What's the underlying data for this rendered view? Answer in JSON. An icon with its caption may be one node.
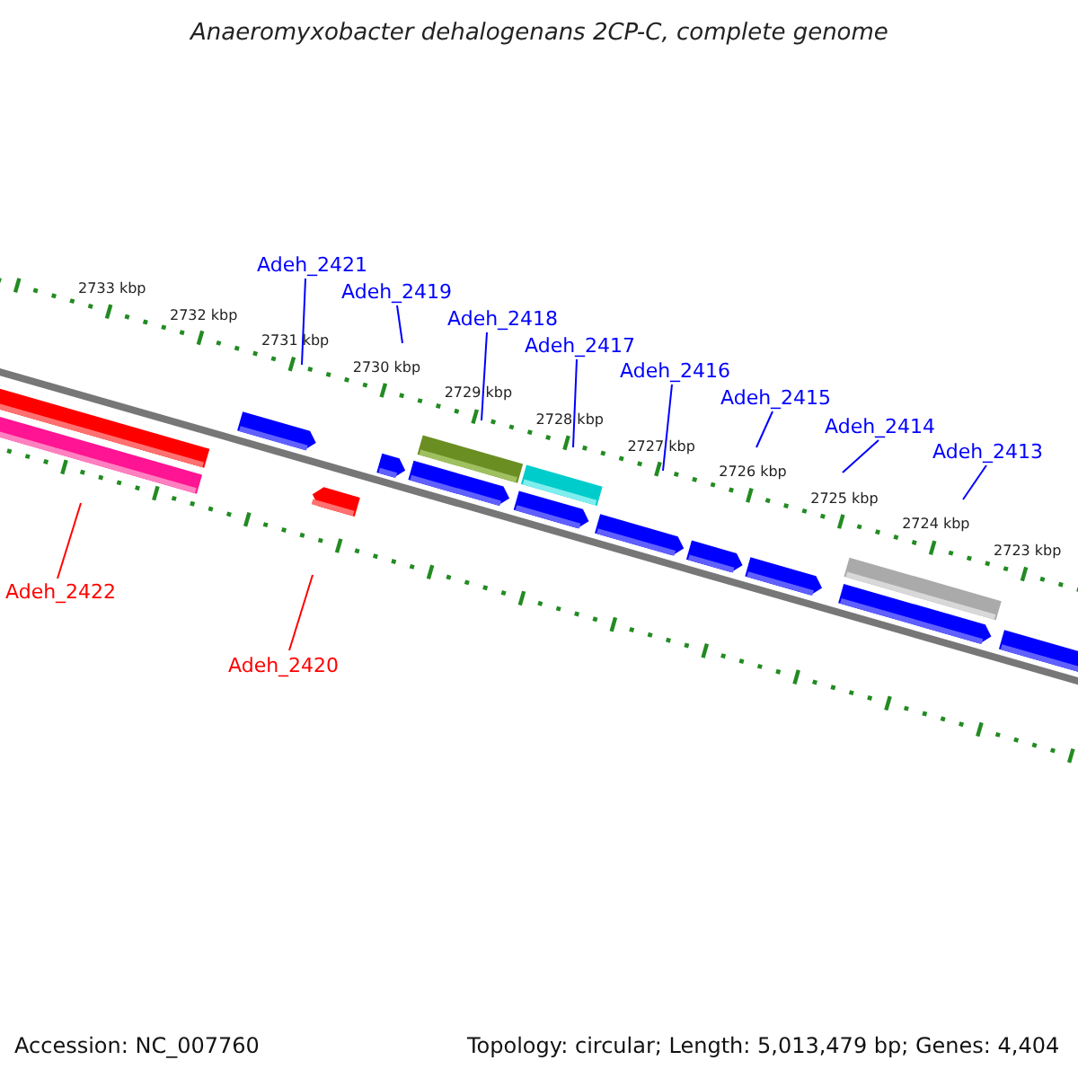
{
  "diagram": {
    "title": "Anaeromyxobacter dehalogenans 2CP-C, complete genome",
    "nodes": [
      {
        "text": [
          "Adeh_2421"
        ]
      },
      {
        "text": [
          "Adeh_2419"
        ]
      },
      {
        "text": [
          "Adeh_2418"
        ]
      },
      {
        "text": [
          "Adeh_2417"
        ]
      },
      {
        "text": [
          "Adeh_2416"
        ]
      },
      {
        "text": [
          "Adeh_2415"
        ]
      },
      {
        "text": [
          "Adeh_2414"
        ]
      },
      {
        "text": [
          "Adeh_2413"
        ]
      },
      {
        "text": [
          "Adeh_2422"
        ]
      },
      {
        "text": [
          "Adeh_2420"
        ]
      }
    ],
    "edges": [
      {
        "from": 0,
        "to": null,
        "arrow": "none"
      },
      {
        "from": 1,
        "to": null,
        "arrow": "none"
      },
      {
        "from": 2,
        "to": null,
        "arrow": "none"
      },
      {
        "from": 3,
        "to": null,
        "arrow": "none"
      },
      {
        "from": 4,
        "to": null,
        "arrow": "none"
      },
      {
        "from": 5,
        "to": null,
        "arrow": "none"
      },
      {
        "from": 6,
        "to": null,
        "arrow": "none"
      },
      {
        "from": 7,
        "to": null,
        "arrow": "none"
      },
      {
        "from": 8,
        "to": null,
        "arrow": "none",
        "color": "#ff0000"
      },
      {
        "from": 9,
        "to": null,
        "arrow": "none",
        "color": "#ff0000"
      }
    ],
    "labels": [
      "2733 kbp",
      "2732 kbp",
      "2731 kbp",
      "2730 kbp",
      "2729 kbp",
      "2728 kbp",
      "2727 kbp",
      "2726 kbp",
      "2725 kbp",
      "2724 kbp",
      "2723 kbp",
      "Accession: NC_007760",
      "Topology: circular; Length: 5,013,479 bp; Genes: 4,404"
    ]
  }
}
